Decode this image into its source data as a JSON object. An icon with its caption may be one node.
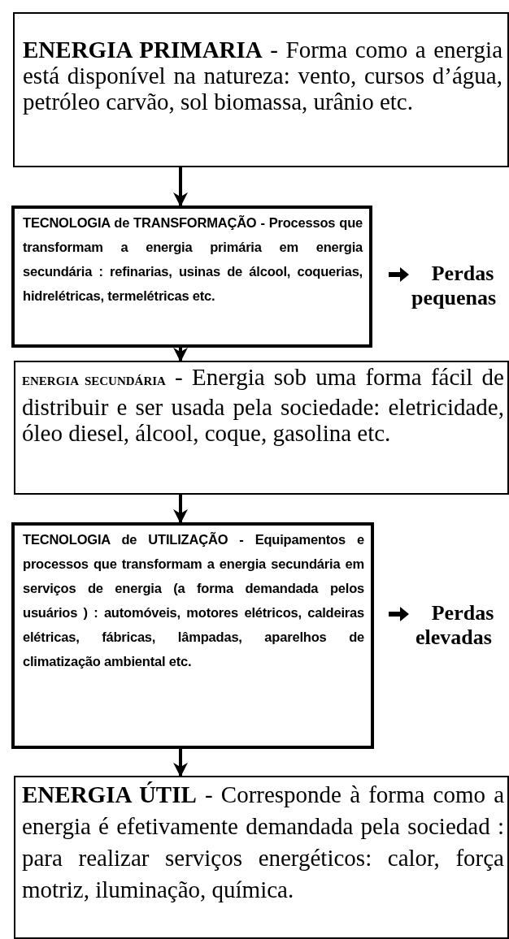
{
  "diagram": {
    "nodes": [
      {
        "text": [
          "**ENERGIA PRIMARIA** - Forma como a energia está disponível na natureza: vento, cursos d’água, petróleo carvão, sol biomassa, urânio etc."
        ]
      },
      {
        "text": [
          "TECNOLOGIA de TRANSFORMAÇÃO - Processos  que transformam a energia primária em energia secundária : refinarias, usinas de álcool, coquerias, hidrelétricas, termelétricas etc."
        ],
        "beside": [
          "Perdas pequenas"
        ]
      },
      {
        "text": [
          "**ENERGIA SECUNDÁRIA** - Energia sob uma forma fácil de distribuir e ser usada pela sociedade: eletricidade, óleo diesel, álcool, coque, gasolina etc."
        ]
      },
      {
        "text": [
          "TECNOLOGIA de UTILIZAÇÃO - Equipamentos e processos que transformam a energia secundária em serviços de energia (a forma demandada pelos usuários ) : automóveis, motores elétricos, caldeiras elétricas, fábricas, lâmpadas, aparelhos de climatização ambiental etc."
        ],
        "beside": [
          "Perdas elevadas"
        ]
      },
      {
        "text": [
          "**ENERGIA ÚTIL** - Corresponde à forma como a energia é efetivamente demandada pela sociedad : para realizar serviços energéticos: calor, força motriz, iluminação, química."
        ]
      }
    ],
    "edges": [
      {
        "from": 0,
        "to": 1,
        "arrow": "to"
      },
      {
        "from": 1,
        "to": 2,
        "arrow": "to"
      },
      {
        "from": 2,
        "to": 3,
        "arrow": "to"
      },
      {
        "from": 3,
        "to": 4,
        "arrow": "to"
      }
    ]
  }
}
